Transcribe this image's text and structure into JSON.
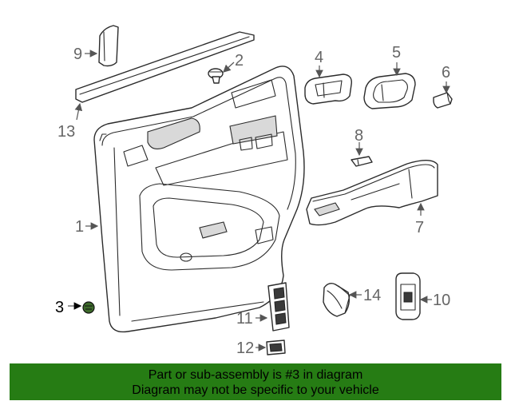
{
  "callouts": {
    "c1": "1",
    "c2": "2",
    "c3": "3",
    "c4": "4",
    "c5": "5",
    "c6": "6",
    "c7": "7",
    "c8": "8",
    "c9": "9",
    "c10": "10",
    "c11": "11",
    "c12": "12",
    "c13": "13",
    "c14": "14"
  },
  "highlighted_part": "3",
  "colors": {
    "banner_bg": "#267c14",
    "highlight": "#000000",
    "callout_text": "#666666"
  },
  "banner": {
    "line1": "Part or sub-assembly is #3 in diagram",
    "line2": "Diagram may not be specific to your vehicle"
  }
}
